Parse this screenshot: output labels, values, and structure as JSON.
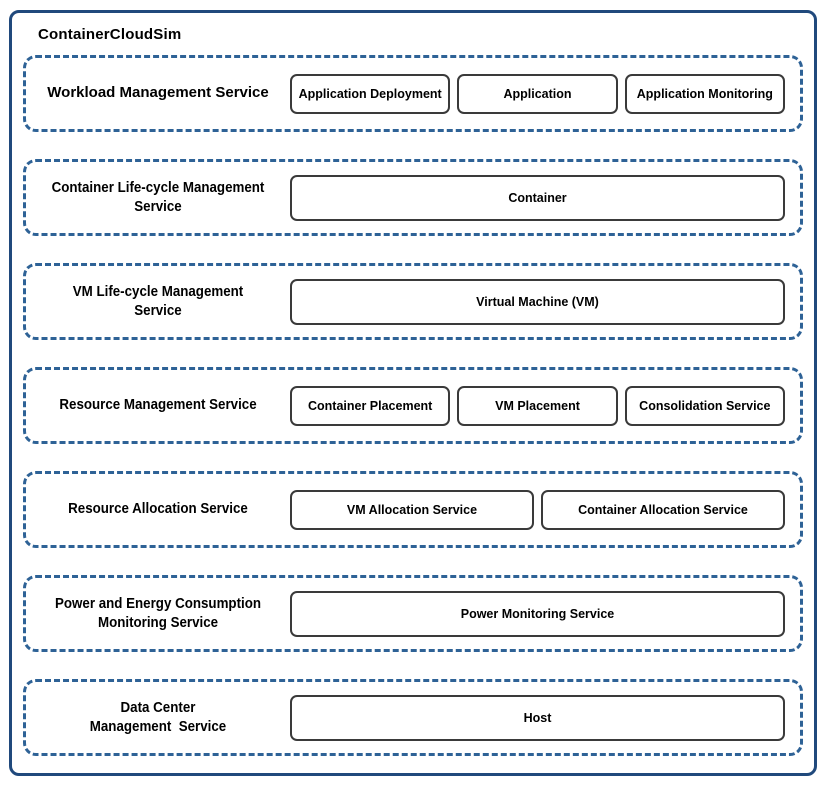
{
  "diagram": {
    "title": "ContainerCloudSim",
    "colors": {
      "outer_border": "#20497c",
      "dashed_border": "#2e6296",
      "box_border": "#3a3a3a",
      "text": "#000000",
      "background": "#ffffff"
    },
    "rows": [
      {
        "label": "Workload Management Service",
        "boxes": [
          "Application Deployment",
          "Application",
          "Application Monitoring"
        ]
      },
      {
        "label": "Container Life-cycle Management\nService",
        "boxes": [
          "Container"
        ]
      },
      {
        "label": "VM Life-cycle Management\nService",
        "boxes": [
          "Virtual Machine (VM)"
        ]
      },
      {
        "label": "Resource Management Service",
        "boxes": [
          "Container Placement",
          "VM Placement",
          "Consolidation Service"
        ]
      },
      {
        "label": "Resource Allocation Service",
        "boxes": [
          "VM Allocation Service",
          "Container Allocation Service"
        ]
      },
      {
        "label": "Power and Energy Consumption\nMonitoring Service",
        "boxes": [
          "Power Monitoring Service"
        ]
      },
      {
        "label": "Data Center\nManagement  Service",
        "boxes": [
          "Host"
        ]
      }
    ]
  }
}
